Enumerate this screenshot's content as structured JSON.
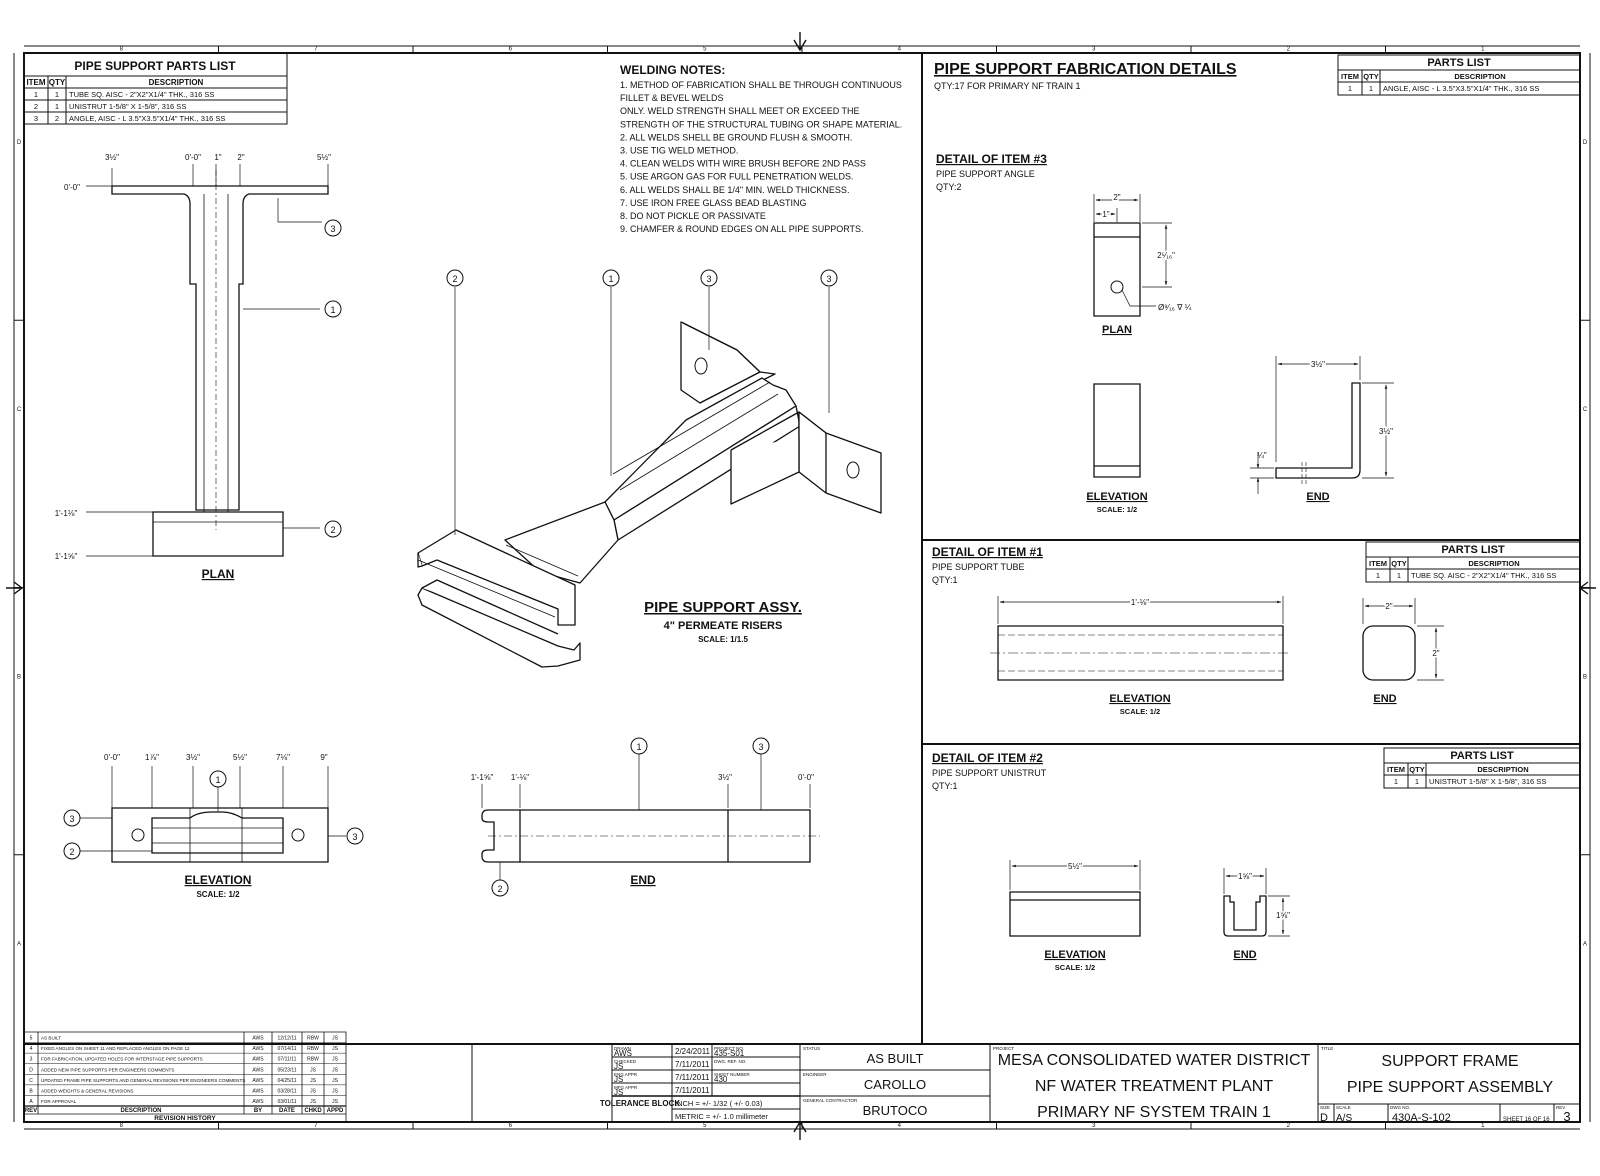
{
  "grid": {
    "columns": [
      "8",
      "7",
      "6",
      "5",
      "4",
      "3",
      "2",
      "1"
    ],
    "rows": [
      "D",
      "C",
      "B",
      "A"
    ]
  },
  "left_parts_list": {
    "title": "PIPE SUPPORT PARTS LIST",
    "headers": [
      "ITEM",
      "QTY",
      "DESCRIPTION"
    ],
    "rows": [
      [
        "1",
        "1",
        "TUBE SQ. AISC - 2\"X2\"X1/4\" THK., 316 SS"
      ],
      [
        "2",
        "1",
        "UNISTRUT 1-5/8\" X 1-5/8\", 316 SS"
      ],
      [
        "3",
        "2",
        "ANGLE, AISC - L 3.5\"X3.5\"X1/4\" THK., 316 SS"
      ]
    ]
  },
  "welding_notes": {
    "title": "WELDING NOTES:",
    "lines": [
      "1. METHOD OF FABRICATION SHALL BE THROUGH CONTINUOUS",
      "    FILLET & BEVEL WELDS",
      "    ONLY.  WELD STRENGTH SHALL MEET OR EXCEED THE",
      "    STRENGTH OF THE STRUCTURAL TUBING OR SHAPE MATERIAL.",
      "2. ALL WELDS SHELL BE GROUND FLUSH & SMOOTH.",
      "3. USE TIG WELD METHOD.",
      "4. CLEAN WELDS WITH WIRE BRUSH BEFORE 2ND PASS",
      "5. USE ARGON GAS FOR FULL PENETRATION WELDS.",
      "6. ALL WELDS SHALL BE 1/4\" MIN. WELD THICKNESS.",
      "7. USE IRON FREE GLASS BEAD BLASTING",
      "8. DO NOT PICKLE OR PASSIVATE",
      "9. CHAMFER & ROUND EDGES ON ALL PIPE SUPPORTS."
    ]
  },
  "left_plan": {
    "dims": [
      "3½\"",
      "0'-0\"",
      "1\"",
      "2\"",
      "5½\"",
      "0'-0\"",
      "1'-1⅛\"",
      "1'-1⅝\""
    ],
    "balloons": [
      "3",
      "1",
      "2"
    ],
    "label": "PLAN"
  },
  "assembly": {
    "balloons": [
      "2",
      "1",
      "3",
      "3"
    ],
    "title": "PIPE SUPPORT ASSY.",
    "subtitle": "4\" PERMEATE RISERS",
    "scale": "SCALE: 1/1.5"
  },
  "left_elevation": {
    "dims": [
      "0'-0\"",
      "1⅞\"",
      "3½\"",
      "5½\"",
      "7⅛\"",
      "9\""
    ],
    "balloons": [
      "1",
      "3",
      "2",
      "3"
    ],
    "label": "ELEVATION",
    "scale": "SCALE: 1/2"
  },
  "left_end": {
    "dims": [
      "1'-1⅝\"",
      "1'-⅛\"",
      "3½\"",
      "0'-0\""
    ],
    "balloons": [
      "1",
      "3",
      "2"
    ],
    "label": "END"
  },
  "fab": {
    "title": "PIPE SUPPORT FABRICATION DETAILS",
    "qty": "QTY:17 FOR PRIMARY NF TRAIN 1"
  },
  "parts3": {
    "title": "PARTS LIST",
    "headers": [
      "ITEM",
      "QTY",
      "DESCRIPTION"
    ],
    "row": [
      "1",
      "1",
      "ANGLE, AISC - L 3.5\"X3.5\"X1/4\" THK., 316 SS"
    ]
  },
  "detail3": {
    "title": "DETAIL OF ITEM #3",
    "name": "PIPE SUPPORT ANGLE",
    "qty": "QTY:2",
    "plan_dims": [
      "2\"",
      "1\"",
      "2⁵⁄₁₆\"",
      "Ø⁹⁄₁₆ ∇ ¼"
    ],
    "plan_label": "PLAN",
    "elev_label": "ELEVATION",
    "elev_scale": "SCALE: 1/2",
    "end_dims": [
      "3½\"",
      "3½\"",
      "¼\""
    ],
    "end_label": "END"
  },
  "parts1": {
    "title": "PARTS LIST",
    "headers": [
      "ITEM",
      "QTY",
      "DESCRIPTION"
    ],
    "row": [
      "1",
      "1",
      "TUBE SQ. AISC - 2\"X2\"X1/4\" THK., 316 SS"
    ]
  },
  "detail1": {
    "title": "DETAIL OF ITEM #1",
    "name": "PIPE SUPPORT TUBE",
    "qty": "QTY:1",
    "elev_dims": [
      "1'-⅛\""
    ],
    "end_dims": [
      "2\"",
      "2\""
    ],
    "elev_label": "ELEVATION",
    "elev_scale": "SCALE: 1/2",
    "end_label": "END"
  },
  "parts2": {
    "title": "PARTS LIST",
    "headers": [
      "ITEM",
      "QTY",
      "DESCRIPTION"
    ],
    "row": [
      "1",
      "1",
      "UNISTRUT 1-5/8\" X 1-5/8\", 316 SS"
    ]
  },
  "detail2": {
    "title": "DETAIL OF ITEM #2",
    "name": "PIPE SUPPORT UNISTRUT",
    "qty": "QTY:1",
    "elev_dims": [
      "5½\""
    ],
    "end_dims": [
      "1⅝\"",
      "1⅝\""
    ],
    "elev_label": "ELEVATION",
    "elev_scale": "SCALE: 1/2",
    "end_label": "END"
  },
  "revisions": {
    "rows": [
      [
        "5",
        "AS BUILT",
        "AWS",
        "12/12/11",
        "RBW",
        "JS"
      ],
      [
        "4",
        "FIXED ANGLES ON SHEET 11 AND REPLACED ANGLES ON PAGE 12",
        "AWS",
        "07/14/11",
        "RBW",
        "JS"
      ],
      [
        "3",
        "FOR FABRICATION, UPDATED HOLES FOR INTERSTAGE PIPE SUPPORTS",
        "AWS",
        "07/11/11",
        "RBW",
        "JS"
      ],
      [
        "D",
        "ADDED NEW PIPE SUPPORTS PER ENGINEERS COMMENTS",
        "AWS",
        "05/23/11",
        "JS",
        "JS"
      ],
      [
        "C",
        "UPDATED FRAME PIPE SUPPORTS AND GENERAL REVISIONS PER ENGINEERS COMMENTS",
        "AWS",
        "04/25/11",
        "JS",
        "JS"
      ],
      [
        "B",
        "ADDED WEIGHTS & GENERAL REVISIONS",
        "AWS",
        "03/28/11",
        "JS",
        "JS"
      ],
      [
        "A",
        "FOR APPROVAL",
        "AWS",
        "03/01/11",
        "JS",
        "JS"
      ]
    ],
    "headers": [
      "REV",
      "DESCRIPTION",
      "BY",
      "DATE",
      "CHKD",
      "APPD"
    ],
    "footer": "REVISION HISTORY"
  },
  "title_block": {
    "drawn_label": "DRAWN",
    "drawn_by": "AWS",
    "drawn_date": "2/24/2011",
    "checked_label": "CHECKED",
    "checked_by": "JS",
    "checked_date": "7/11/2011",
    "eng_label": "ENG APPR",
    "eng_by": "JS",
    "eng_date": "7/11/2011",
    "mfg_label": "MFG APPR",
    "mfg_by": "JS",
    "mfg_date": "7/11/2011",
    "proj_label": "PROJECT NO.",
    "proj_no": "435-S01",
    "ref_label": "DWG. REF. NO.",
    "sheet_label": "SHEET NUMBER",
    "sheet_no": "430",
    "tolerance_label": "TOLERANCE BLOCK",
    "inch": "INCH = +/- 1/32 ( +/- 0.03)",
    "metric": "METRIC = +/- 1.0 millimeter",
    "status_label": "STATUS",
    "status": "AS BUILT",
    "engineer_label": "ENGINEER",
    "engineer": "CAROLLO",
    "gc_label": "GENERAL CONTRACTOR",
    "gc": "BRUTOCO",
    "project_label": "PROJECT",
    "project_lines": [
      "MESA CONSOLIDATED WATER DISTRICT",
      "NF WATER TREATMENT PLANT",
      "PRIMARY NF SYSTEM TRAIN 1"
    ],
    "title_label": "TITLE",
    "title_lines": [
      "SUPPORT FRAME",
      "PIPE SUPPORT ASSEMBLY"
    ],
    "size_label": "SIZE",
    "size": "D",
    "scale_label": "SCALE",
    "scale": "A/S",
    "dwg_label": "DWG NO.",
    "dwg_no": "430A-S-102",
    "sheet_text": "SHEET 16  OF 16",
    "rev_label": "REV",
    "rev": "3"
  }
}
